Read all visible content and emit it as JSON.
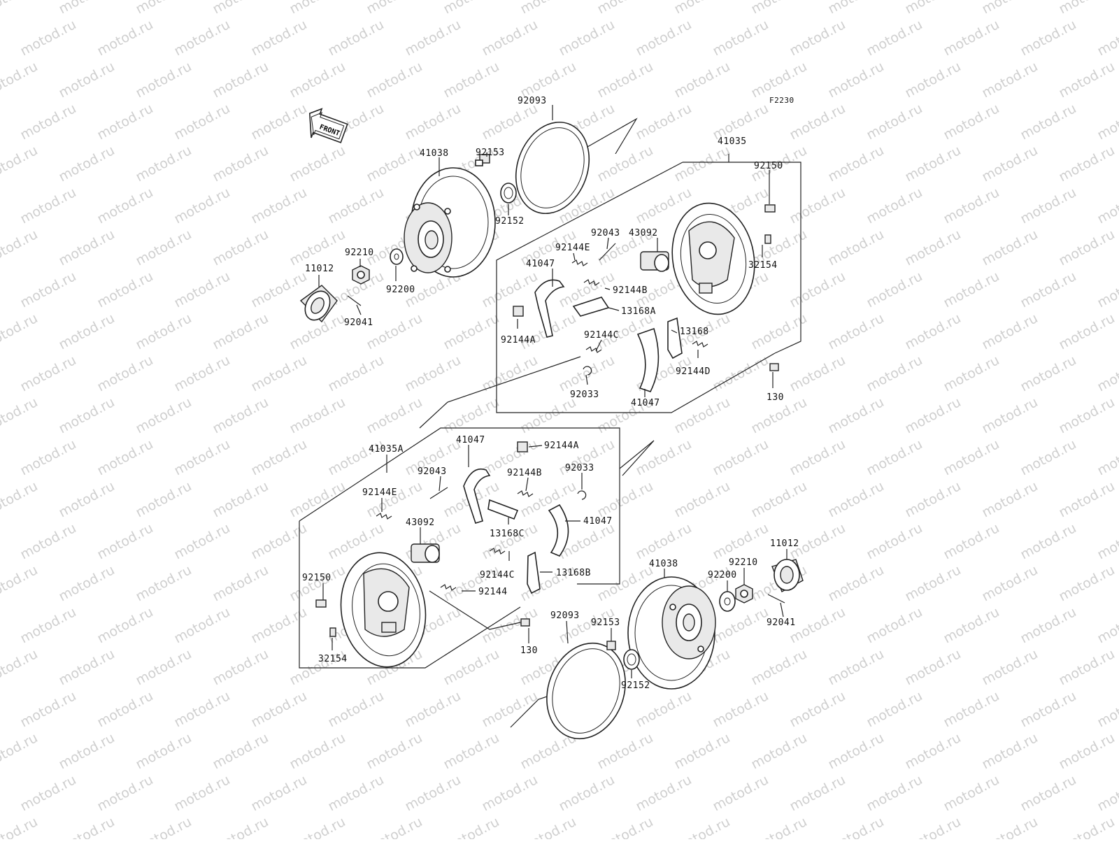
{
  "watermark": "motod.ru",
  "figure_code": "F2230",
  "front_arrow_label": "FRONT",
  "upper": {
    "drum": "41038",
    "seal_ring": "92093",
    "bolt": "92153",
    "bearing": "92152",
    "assy": "41035",
    "bolt_b": "92150",
    "wheel_cyl": "43092",
    "pin": "92043",
    "spring_e": "92144E",
    "shoe_a": "41047",
    "spring_b": "92144B",
    "lever_a": "13168A",
    "spring_a": "92144A",
    "spring_c": "92144C",
    "lever": "13168",
    "spring_d": "92144D",
    "clip": "92033",
    "shoe_b": "41047",
    "nut": "92210",
    "washer": "92200",
    "cap": "11012",
    "cotter": "92041",
    "bleeder": "32154",
    "screw": "130"
  },
  "lower": {
    "assy": "41035A",
    "shoe_a": "41047",
    "spring_a": "92144A",
    "pin": "92043",
    "spring_b": "92144B",
    "clip": "92033",
    "spring_e": "92144E",
    "wheel_cyl": "43092",
    "lever_c": "13168C",
    "shoe_b": "41047",
    "bolt_b": "92150",
    "spring_c": "92144C",
    "lever_b": "13168B",
    "spring": "92144",
    "drum": "41038",
    "washer": "92200",
    "nut": "92210",
    "cap": "11012",
    "seal_ring": "92093",
    "bolt": "92153",
    "screw": "130",
    "cotter": "92041",
    "bleeder": "32154",
    "bearing": "92152"
  }
}
